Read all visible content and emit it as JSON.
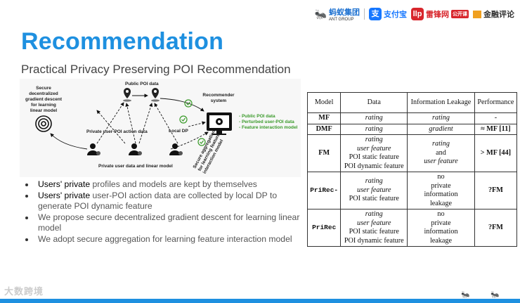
{
  "logos": {
    "ant_group": "蚂蚁集团",
    "ant_group_sub": "ANT GROUP",
    "alipay": "支付宝",
    "alipay_icon": "支",
    "leifeng": "雷锋网",
    "leifeng_tag": "公开课",
    "jinrong": "金融评论"
  },
  "title": "Recommendation",
  "subtitle": "Practical Privacy Preserving POI Recommendation",
  "diagram": {
    "public_poi": "Public POI data",
    "secure_gd": [
      "Secure",
      "decentralized",
      "gradient descent",
      "for learning",
      "linear model"
    ],
    "recommender": [
      "Recommender",
      "system"
    ],
    "legend": [
      "- Public POI data",
      "- Perturbed user-POI data",
      "- Feature interaction model"
    ],
    "private_action": "Private user-POI action data",
    "local_dp": "Local DP",
    "secure_agg": [
      "Secure aggregation",
      "for learning feature",
      "interaction model"
    ],
    "private_user": "Private user data and linear model"
  },
  "bullets": [
    {
      "emph": "Users' private",
      "text": " profiles and models are kept by themselves"
    },
    {
      "emph": "Users' private",
      "text": " user-POI action data are collected by local DP to generate POI dynamic feature"
    },
    {
      "emph": "",
      "text": "We propose secure decentralized gradient descent for learning linear model"
    },
    {
      "emph": "",
      "text": "We adopt secure aggregation for learning feature interaction model"
    }
  ],
  "table": {
    "headers": [
      "Model",
      "Data",
      "Information Leakage",
      "Performance"
    ],
    "rows": [
      {
        "model": "MF",
        "data": [
          "rating"
        ],
        "leak": [
          "rating"
        ],
        "perf": "-"
      },
      {
        "model": "DMF",
        "data": [
          "rating"
        ],
        "leak": [
          "gradient"
        ],
        "perf": "≈ MF [11]"
      },
      {
        "model": "FM",
        "data": [
          "rating",
          "user feature",
          "POI static feature",
          "POI dynamic feature"
        ],
        "leak": [
          "rating",
          "and",
          "user feature"
        ],
        "perf": "> MF [44]"
      },
      {
        "model": "PriRec-",
        "data": [
          "rating",
          "user feature",
          "POI static feature"
        ],
        "leak": [
          "no",
          "private",
          "information",
          "leakage"
        ],
        "perf": "?FM"
      },
      {
        "model": "PriRec",
        "data": [
          "rating",
          "user feature",
          "POI static feature",
          "POI dynamic feature"
        ],
        "leak": [
          "no",
          "private",
          "information",
          "leakage"
        ],
        "perf": "?FM"
      }
    ]
  },
  "footer": "大数跨境",
  "colors": {
    "accent": "#1e90e0",
    "green": "#3a9a2a"
  }
}
